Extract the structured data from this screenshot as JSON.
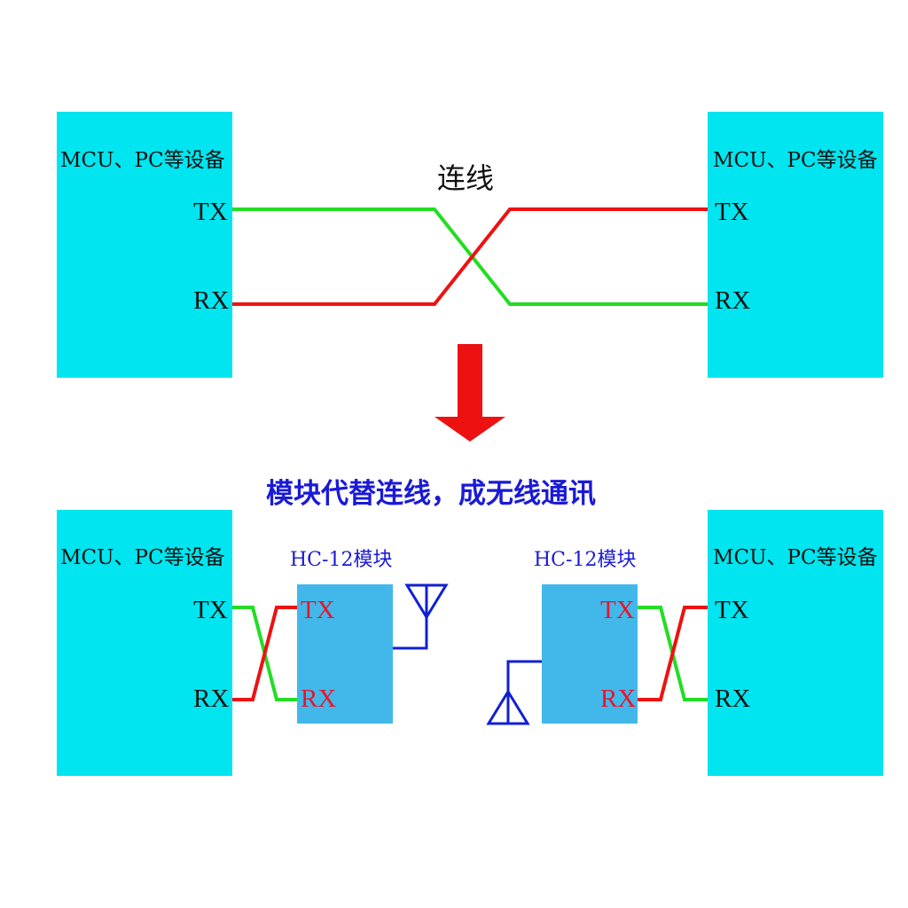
{
  "colors": {
    "device_fill": "#00e5ef",
    "module_fill": "#42b8ea",
    "green_wire": "#22dd22",
    "red_wire": "#ee1111",
    "antenna": "#1020d0",
    "arrow": "#ee1111",
    "caption": "#1a1ad6",
    "module_label": "#1a1ad6",
    "module_pin": "#e8142b"
  },
  "top": {
    "left_device": {
      "label": "MCU、PC等设备",
      "tx": "TX",
      "rx": "RX"
    },
    "right_device": {
      "label": "MCU、PC等设备",
      "tx": "TX",
      "rx": "RX"
    },
    "wire_label": "连线"
  },
  "caption": "模块代替连线，成无线通讯",
  "bottom": {
    "left_device": {
      "label": "MCU、PC等设备",
      "tx": "TX",
      "rx": "RX"
    },
    "right_device": {
      "label": "MCU、PC等设备",
      "tx": "TX",
      "rx": "RX"
    },
    "left_module": {
      "label": "HC-12模块",
      "tx": "TX",
      "rx": "RX"
    },
    "right_module": {
      "label": "HC-12模块",
      "tx": "TX",
      "rx": "RX"
    }
  }
}
